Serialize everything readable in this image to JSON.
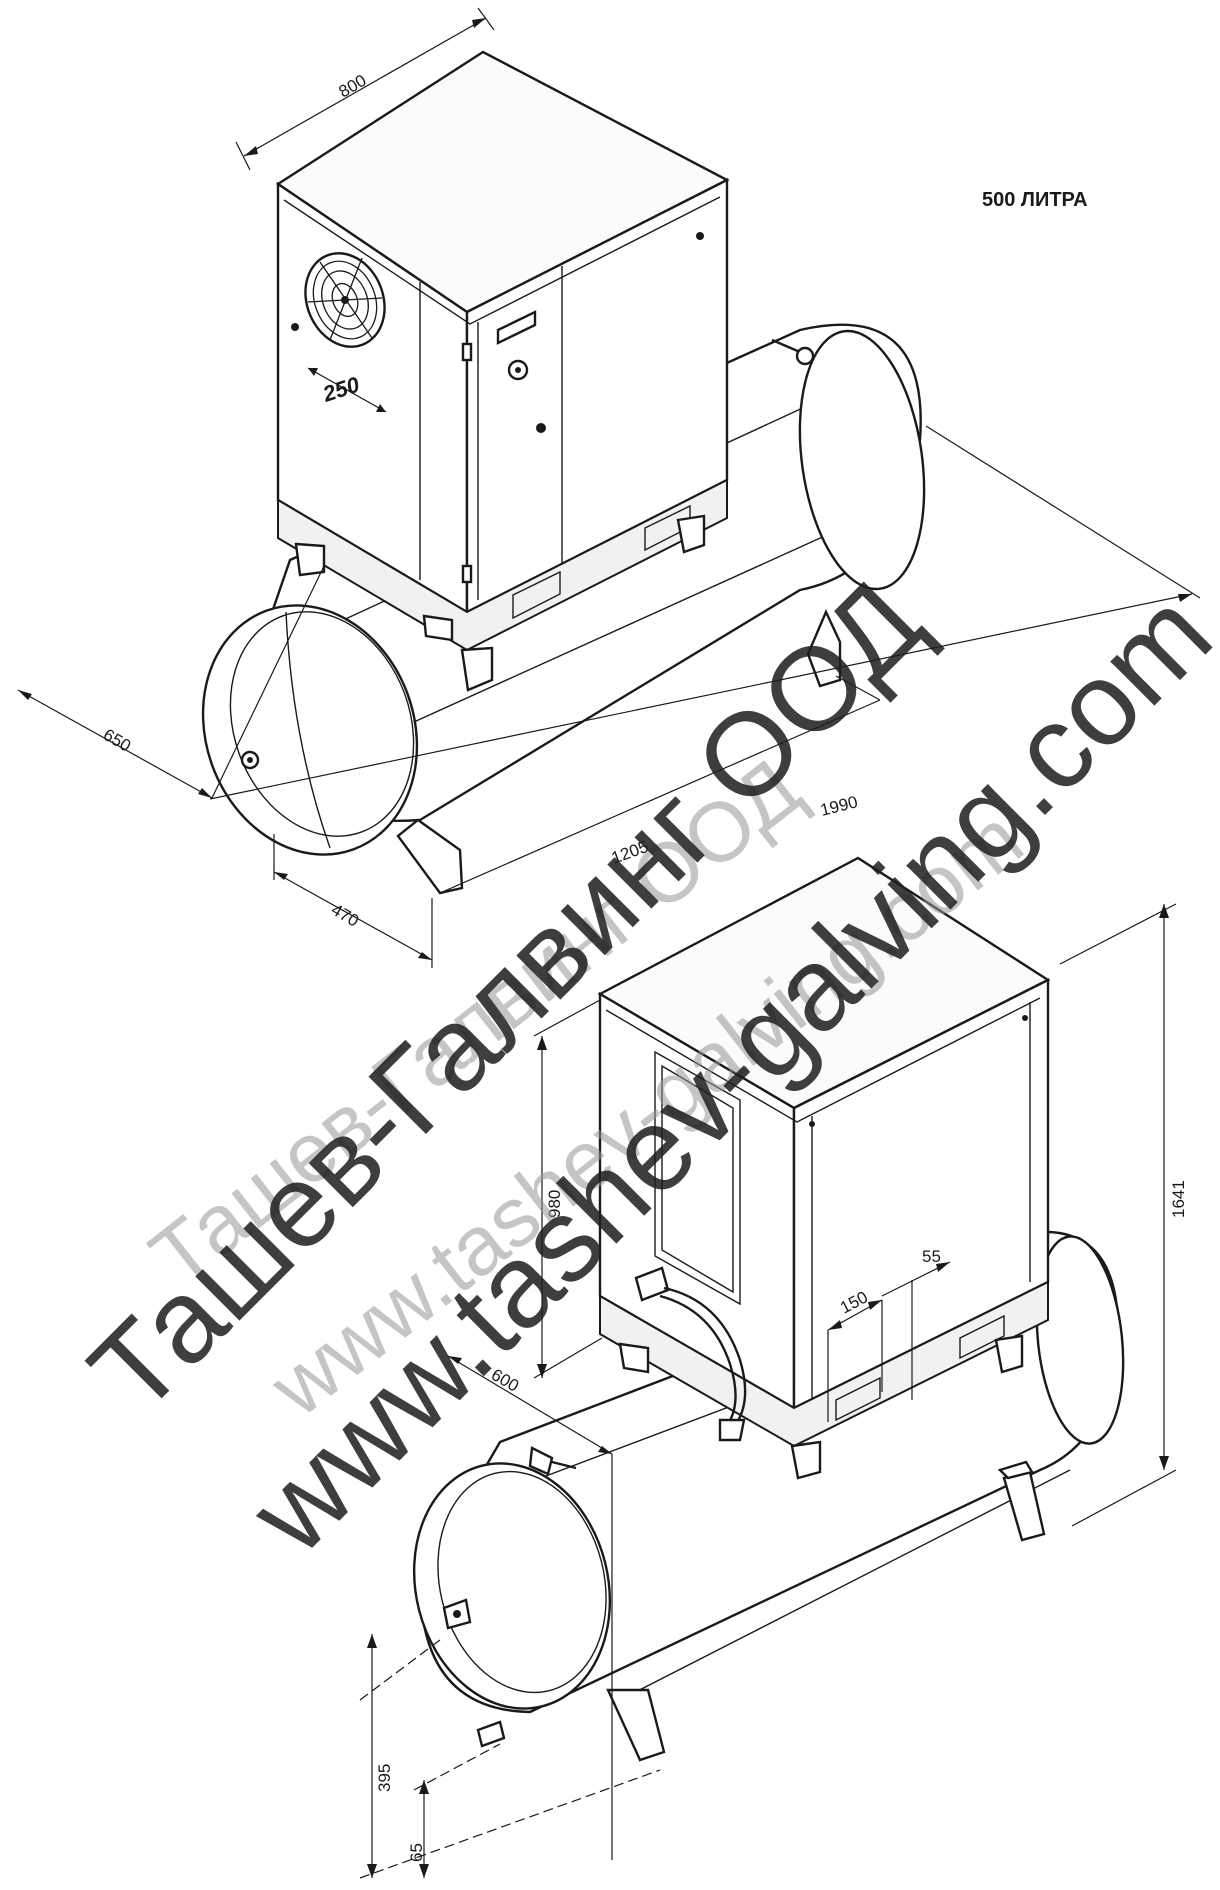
{
  "diagram": {
    "capacity_label": "500 ЛИТРА",
    "unit_badge": "250",
    "top_view_dimensions": {
      "cabinet_width": "800",
      "tank_diameter": "650",
      "tank_length": "1990",
      "feet_spacing": "1205",
      "feet_width": "470"
    },
    "bottom_view_dimensions": {
      "cabinet_height": "980",
      "overall_height": "1641",
      "outlet_offset": "600",
      "opening_width": "150",
      "opening_offset": "55",
      "drain_height": "395",
      "foot_height": "65"
    }
  },
  "watermark": {
    "line1": "Ташев-Галвинг ООД",
    "line2": "www.tashev-galving.com",
    "faded_line1": "Ташев-Галвинг ООД",
    "faded_line2": "www.tashev-galving.com"
  }
}
